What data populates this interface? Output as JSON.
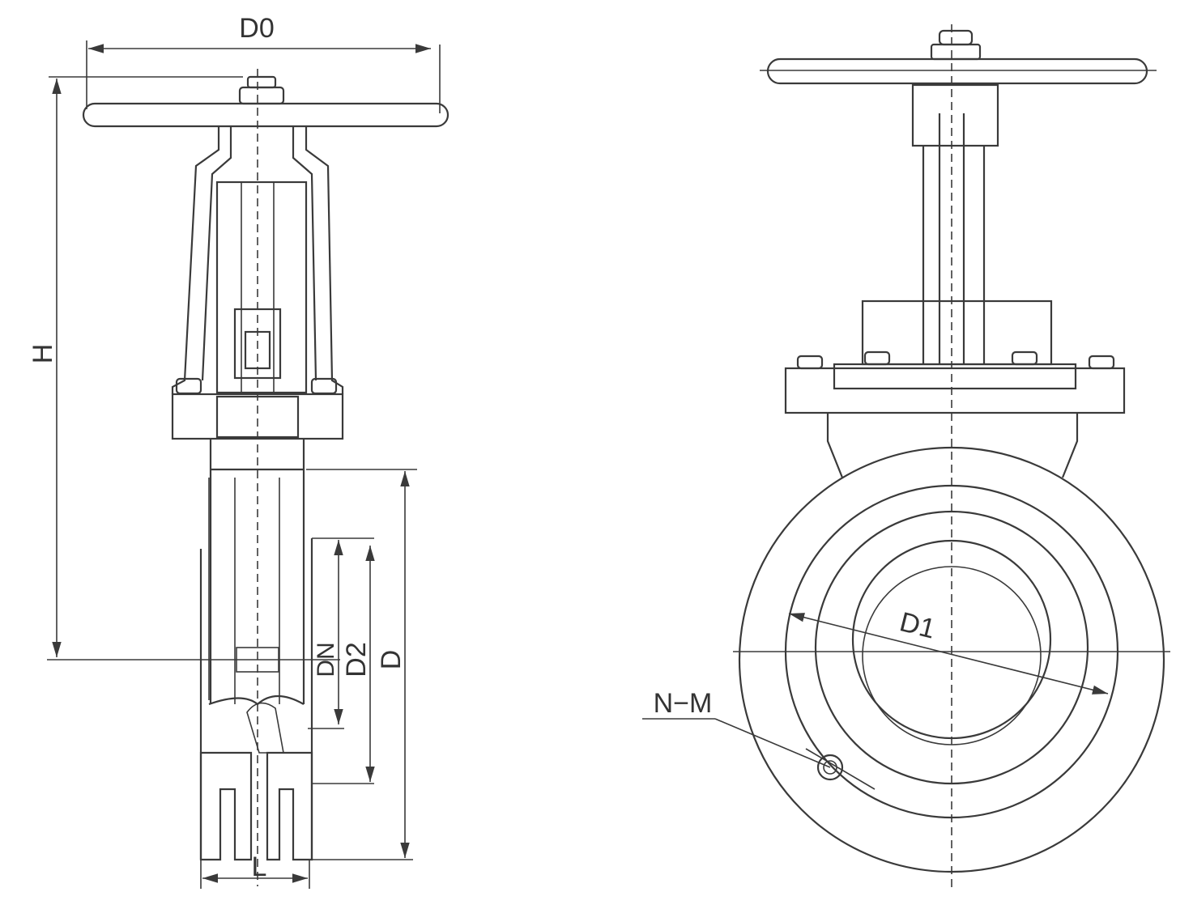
{
  "title": "Knife gate valve dimension drawing",
  "labels": {
    "d0": "D0",
    "h": "H",
    "dn": "DN",
    "d2": "D2",
    "d": "D",
    "l": "L",
    "d1": "D1",
    "nm": "N−M"
  },
  "colors": {
    "line": "#3a3a3a",
    "background": "#ffffff"
  }
}
